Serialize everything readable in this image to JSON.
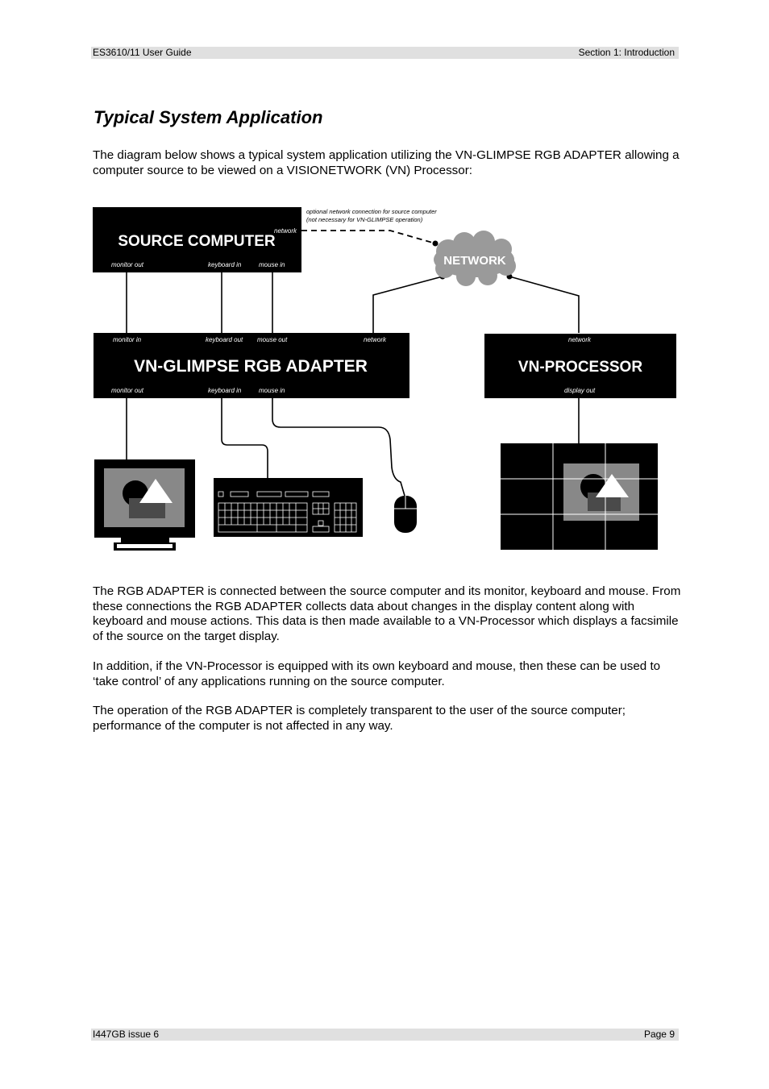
{
  "header": {
    "left": "ES3610/11 User Guide",
    "right": "Section 1: Introduction"
  },
  "title": "Typical System Application",
  "intro": "The diagram below shows a typical system application utilizing the VN-GLIMPSE RGB ADAPTER allowing a computer source to be viewed on a VISIONETWORK (VN) Processor:",
  "diagram": {
    "source_computer": {
      "title": "SOURCE COMPUTER",
      "network": "network",
      "monitor_out": "monitor out",
      "keyboard_in": "keyboard in",
      "mouse_in": "mouse in"
    },
    "note_line1": "optional network connection for source computer",
    "note_line2": "(not necessary for VN-GLIMPSE operation)",
    "network_cloud": "NETWORK",
    "adapter": {
      "title": "VN-GLIMPSE RGB ADAPTER",
      "monitor_in": "monitor in",
      "keyboard_out": "keyboard out",
      "mouse_out": "mouse out",
      "network": "network",
      "monitor_out": "monitor out",
      "keyboard_in": "keyboard in",
      "mouse_in": "mouse in"
    },
    "processor": {
      "title": "VN-PROCESSOR",
      "network": "network",
      "display_out": "display out"
    }
  },
  "paragraphs": [
    "The RGB ADAPTER is connected between the source computer and its monitor, keyboard and mouse. From these connections the RGB ADAPTER collects data about changes in the display content along with keyboard and mouse actions. This data is then made available to a VN-Processor which displays a facsimile of the source on the target display.",
    "In addition, if the VN-Processor is equipped with its own keyboard and mouse, then these can be used to ‘take control’ of any applications running on the source computer.",
    "The operation of the RGB ADAPTER is completely transparent to the user of the source computer; performance of the computer is not affected in any way."
  ],
  "footer": {
    "left": "I447GB issue 6",
    "right": "Page 9"
  }
}
